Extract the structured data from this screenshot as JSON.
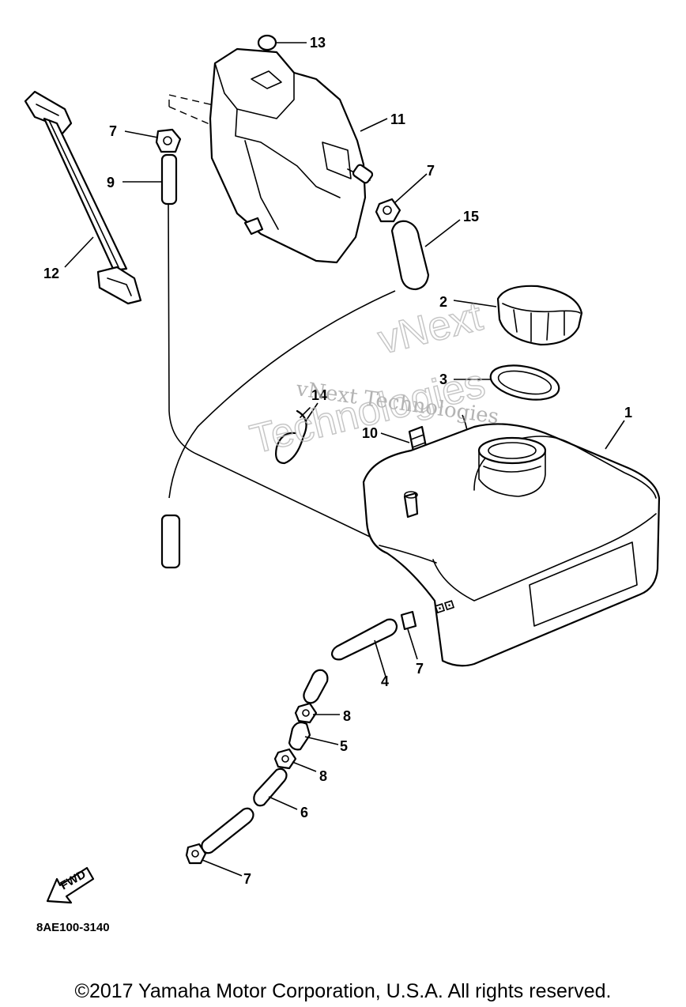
{
  "callouts": {
    "c1": "1",
    "c2": "2",
    "c3": "3",
    "c4": "4",
    "c5": "5",
    "c6": "6",
    "c7a": "7",
    "c7b": "7",
    "c7c": "7",
    "c7d": "7",
    "c8a": "8",
    "c8b": "8",
    "c9": "9",
    "c10": "10",
    "c11": "11",
    "c12": "12",
    "c13": "13",
    "c14": "14",
    "c15": "15"
  },
  "fwd_label": "FWD",
  "diagram_code": "8AE100-3140",
  "watermark": {
    "line1": "vNext Technologies",
    "line2a": "vNext",
    "line2b": "Technologies"
  },
  "copyright": "©2017 Yamaha Motor Corporation, U.S.A. All rights reserved."
}
